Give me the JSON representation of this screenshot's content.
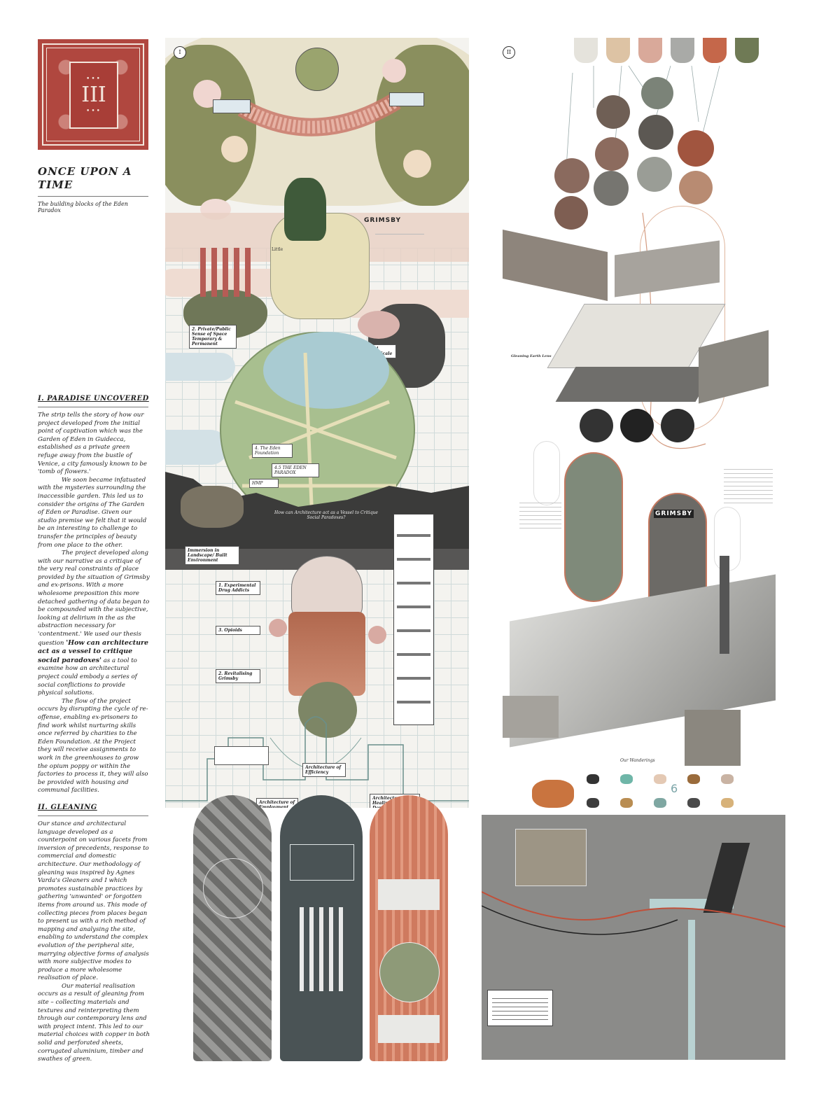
{
  "emblem": {
    "numeral": "III",
    "ornament": "•••"
  },
  "title": "ONCE UPON A TIME",
  "subtitle": "The building blocks of the Eden Paradox",
  "section1": {
    "heading": "I. PARADISE UNCOVERED",
    "p1": "The strip tells the story of how our project developed from the initial point of captivation which was the Garden of Eden in Guidecca, established as a private green refuge away from the bustle of Venice, a city famously known to be 'tomb of flowers.'",
    "p2": "We soon became infatuated with the mysteries surrounding the inaccessible garden. This led us to consider the origins of The Garden of Eden or Paradise. Given our studio premise we felt that it would be an interesting to challenge to transfer the principles of beauty from one place to the other.",
    "p3a": "The project developed along with our narrative as a critique of the very real constraints of place provided by the situation of Grimsby and ex-prisons. With a more wholesome preposition this more detached gathering of data began to be compounded with the subjective, looking at delirium in the as the abstraction necessary for 'contentment.' We used our thesis question ",
    "p3bold": "'How can architecture act as a vessel to critique social paradoxes'",
    "p3b": " as a tool to examine how an architectural project could embody a series of social conflictions to provide physical solutions.",
    "p4": "The flow of the project occurs by disrupting the cycle of re-offense, enabling ex-prisoners to find work whilst nurturing skills once referred by charities to the Eden Foundation. At the Project they will receive assignments to work in the greenhouses to grow the opium poppy or within the factories to process it, they will also be provided with housing and communal facilities."
  },
  "section2": {
    "heading": "II. GLEANING",
    "p1": "Our stance and architectural language developed as a counterpoint on various facets from inversion of precedents, response to commercial and domestic architecture. Our methodology of gleaning was inspired by Agnes Varda's Gleaners and I which promotes sustainable practices by gathering 'unwanted' or forgotten items from around us. This mode of collecting pieces from places began to present us with a rich method of mapping and analysing the site, enabling to understand the complex evolution of the peripheral site, marrying objective forms of analysis with more subjective modes to produce a more wholesome realisation of place.",
    "p2": "Our material realisation occurs as a result of gleaning from site – collecting materials and textures and reinterpreting them through our contemporary lens and with project intent. This led to our material choices with copper in both solid and perforated sheets, corrugated aluminium, timber and swathes of green."
  },
  "panel1": {
    "number": "I",
    "grimsby": "GRIMSBY",
    "little": "Little",
    "question": "How can Architecture act as a Vessel to Critique Social Paradoxes?",
    "labels": {
      "private_public": "2. Private/Public Sense of Space Temporary & Permanent",
      "declining": "Declining Vital Human Nature Scale",
      "immersion": "Immersion in Landscape/ Built Environment",
      "experimental": "1. Experimental Drug Addicts",
      "opioids": "3. Opioids",
      "revitalising": "2. Revitalising Grimsby",
      "employment": "Architecture of Employment",
      "efficiency": "Architecture of Efficiency",
      "healing": "Architecture of Healing and Domesticity",
      "eden": "4. The Eden Foundation",
      "eden_paradox": "4.5 THE EDEN PARADOX",
      "hmp": "HMP"
    }
  },
  "panel2": {
    "number": "II",
    "grimsby_sign": "GRIMSBY",
    "wanderings": "Our Wanderings",
    "gleaning": "Gleaning Earth Lens",
    "numeral6": "6"
  },
  "colors": {
    "emblem": "#b0473f",
    "swatches": [
      "#e5e3dc",
      "#ddc3a4",
      "#d9a99a",
      "#a9aaa7",
      "#c5674a",
      "#6f7a55"
    ],
    "copper": "#c4785f",
    "sky_green": "#a8bf8f"
  }
}
